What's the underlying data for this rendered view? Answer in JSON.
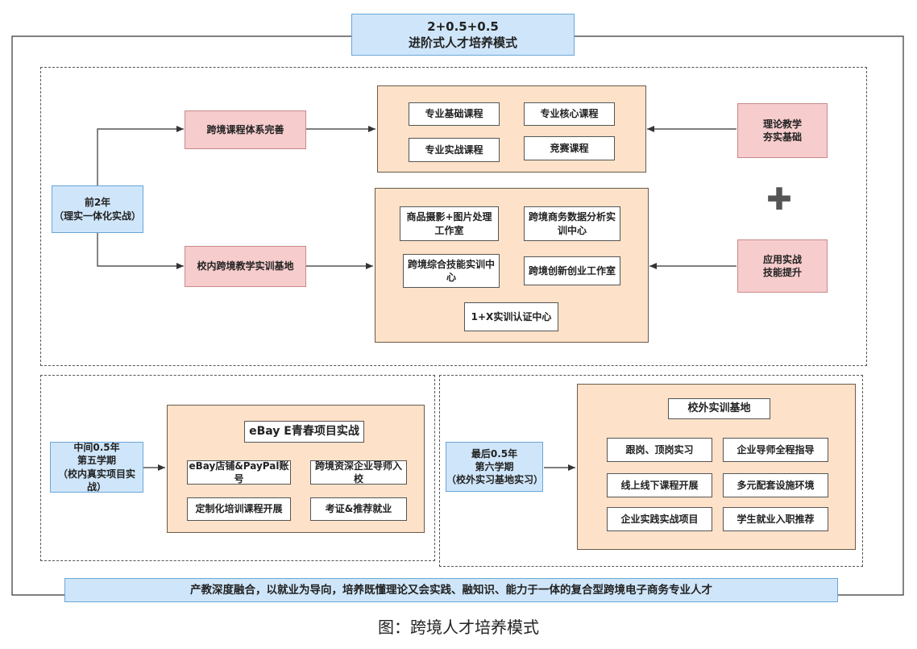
{
  "title": {
    "line1": "2+0.5+0.5",
    "line2": "进阶式人才培养模式"
  },
  "top_section": {
    "phase_label": "前2年\n（理实一体化实战）",
    "branch_course": "跨境课程体系完善",
    "branch_base": "校内跨境教学实训基地",
    "courses": [
      "专业基础课程",
      "专业核心课程",
      "专业实战课程",
      "竞赛课程"
    ],
    "centers": [
      "商品摄影+图片处理\n工作室",
      "跨境商务数据分析实\n训中心",
      "跨境综合技能实训中\n心",
      "跨境创新创业工作室",
      "1+X实训认证中心"
    ],
    "theory": "理论教学\n夯实基础",
    "practice": "应用实战\n技能提升",
    "plus_symbol": "✚"
  },
  "middle_section": {
    "phase_label": "中间0.5年\n第五学期\n（校内真实项目实战）",
    "project_title": "eBay E青春项目实战",
    "items": [
      "eBay店铺&PayPal账号",
      "跨境资深企业导师入校",
      "定制化培训课程开展",
      "考证&推荐就业"
    ]
  },
  "final_section": {
    "phase_label": "最后0.5年\n第六学期\n（校外实习基地实习）",
    "base_title": "校外实训基地",
    "items": [
      "跟岗、顶岗实习",
      "企业导师全程指导",
      "线上线下课程开展",
      "多元配套设施环境",
      "企业实践实战项目",
      "学生就业入职推荐"
    ]
  },
  "bottom_banner": "产教深度融合，以就业为导向，培养既懂理论又会实践、融知识、能力于一体的复合型跨境电子商务专业人才",
  "caption": "图：跨境人才培养模式",
  "colors": {
    "blue": "#cfe6fa",
    "pink": "#f6cccc",
    "peach": "#fde1c8",
    "plus": "#555555"
  }
}
